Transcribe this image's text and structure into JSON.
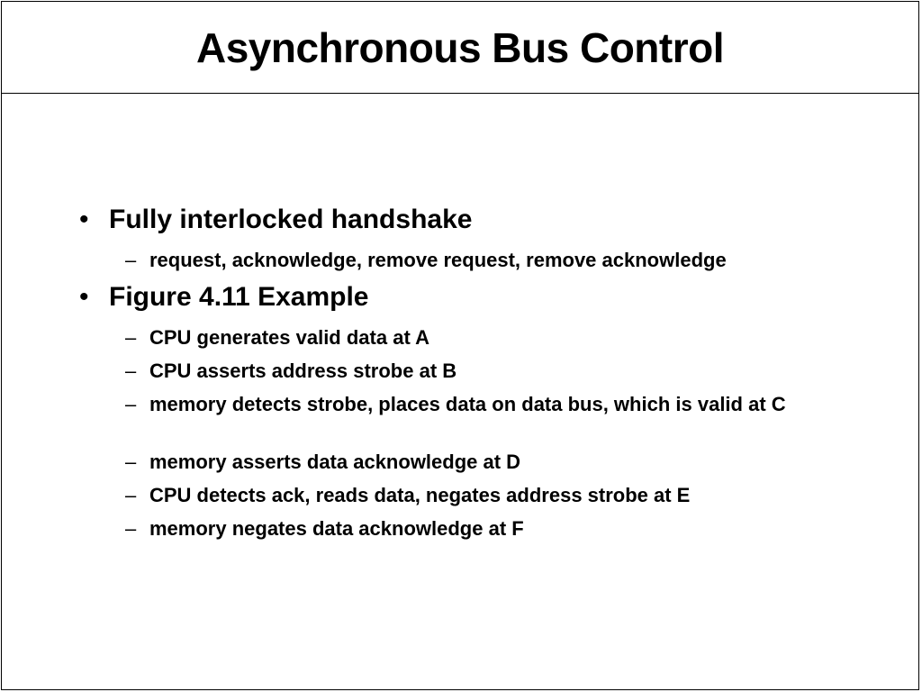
{
  "slide": {
    "title": "Asynchronous Bus Control",
    "bullet_symbol": "•",
    "sub_bullet_symbol": "–",
    "bullets": [
      {
        "text": "Fully interlocked handshake",
        "sub": [
          "request, acknowledge, remove request, remove acknowledge"
        ]
      },
      {
        "text": "Figure 4.11 Example",
        "sub": [
          "CPU generates valid data at A",
          "CPU asserts address strobe at B",
          "memory detects strobe, places data on data bus, which is valid at C",
          "memory asserts data acknowledge at D",
          "CPU detects ack, reads data, negates address strobe at E",
          "memory negates data acknowledge at F"
        ]
      }
    ]
  }
}
